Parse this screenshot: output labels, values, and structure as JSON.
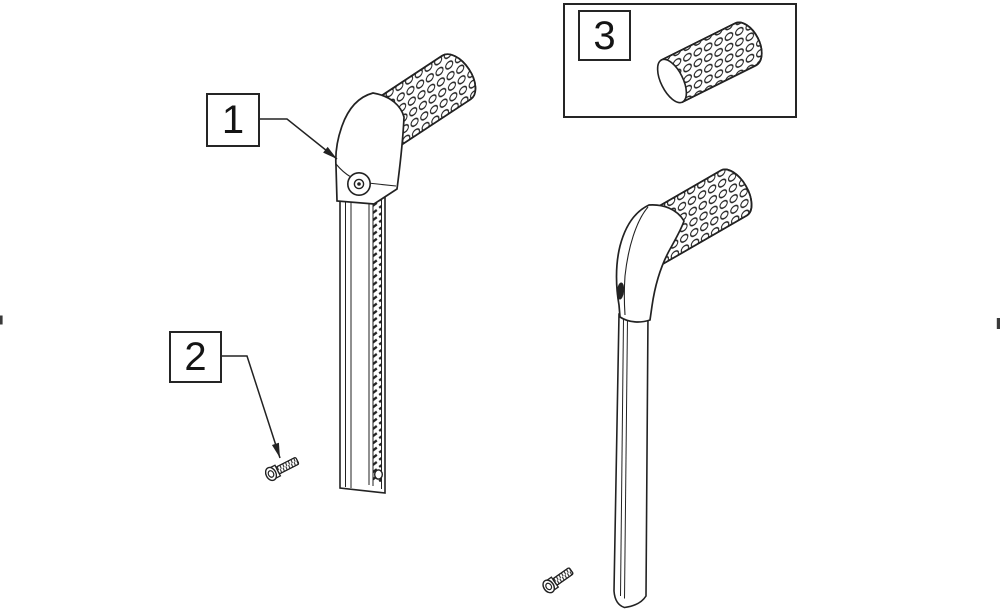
{
  "figure": {
    "background_color": "#ffffff",
    "line_color": "#222222"
  },
  "callouts": [
    {
      "label": "1"
    },
    {
      "label": "2"
    },
    {
      "label": "3"
    }
  ]
}
